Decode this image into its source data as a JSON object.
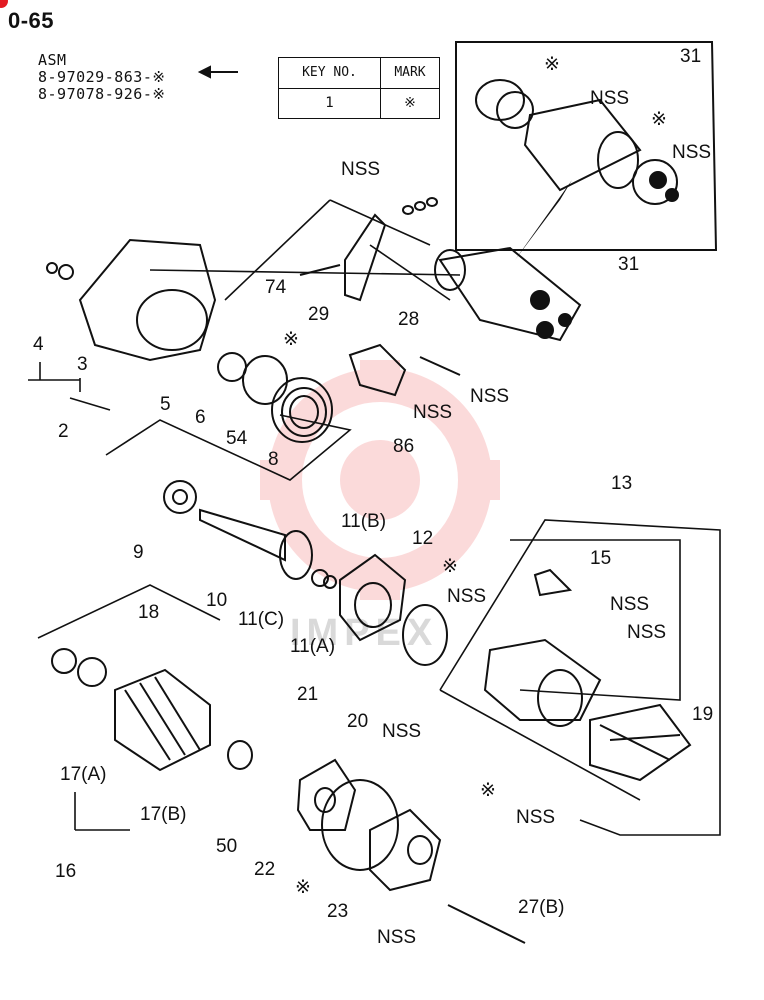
{
  "header": {
    "page_code": "0-65",
    "asm_label": "ASM",
    "part_numbers": [
      "8-97029-863-※",
      "8-97078-926-※"
    ]
  },
  "key_table": {
    "headers": [
      "KEY NO.",
      "MARK"
    ],
    "rows": [
      [
        "1",
        "※"
      ]
    ]
  },
  "labels": {
    "l31a": "31",
    "l31b": "31",
    "lnss_top": "NSS",
    "lnss_31": "NSS",
    "lnss_28": "NSS",
    "l29": "29",
    "l28": "28",
    "l74": "74",
    "l4": "4",
    "l3": "3",
    "l2": "2",
    "l5": "5",
    "l6": "6",
    "l54": "54",
    "l8": "8",
    "lnss_86": "NSS",
    "lnss_31b": "NSS",
    "l86": "86",
    "l13": "13",
    "l15": "15",
    "lnss_15a": "NSS",
    "lnss_15b": "NSS",
    "l19": "19",
    "l9": "9",
    "l10": "10",
    "l11b": "11(B)",
    "l12": "12",
    "lnss_12": "NSS",
    "l11c": "11(C)",
    "l11a": "11(A)",
    "lnss_mid": "NSS",
    "l18": "18",
    "l17a": "17(A)",
    "l17b": "17(B)",
    "l16": "16",
    "l21": "21",
    "l20": "20",
    "l50": "50",
    "l22": "22",
    "lnss_23a": "NSS",
    "l23": "23",
    "lnss_23b": "NSS",
    "l27b": "27(B)",
    "star1": "※",
    "star2": "※",
    "star3": "※",
    "star4": "※",
    "star5": "※",
    "star6": "※"
  },
  "watermark": "IMPEX"
}
